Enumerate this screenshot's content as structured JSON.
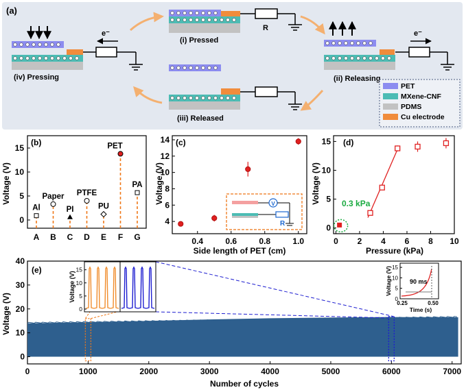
{
  "panel_a": {
    "label": "(a)",
    "stages": {
      "pressed": "(i) Pressed",
      "releasing": "(ii) Releasing",
      "released": "(iii) Released",
      "pressing": "(iv) Pressing"
    },
    "resistor_label": "R",
    "electron_label": "e⁻",
    "legend": [
      {
        "label": "PET",
        "color": "#8c8cf0"
      },
      {
        "label": "MXene-CNF",
        "color": "#4cbcb4"
      },
      {
        "label": "PDMS",
        "color": "#c2c2c2"
      },
      {
        "label": "Cu electrode",
        "color": "#f08c3c"
      }
    ]
  },
  "chart_data": [
    {
      "panel": "(b)",
      "type": "scatter",
      "categories": [
        "A",
        "B",
        "C",
        "D",
        "E",
        "F",
        "G"
      ],
      "point_labels": [
        "Al",
        "Paper",
        "PI",
        "PTFE",
        "PU",
        "PET",
        "PA"
      ],
      "values": [
        0.9,
        3.3,
        0.6,
        4.0,
        1.2,
        13.8,
        5.7
      ],
      "ylabel": "Voltage (V)",
      "yticks": [
        "0",
        "5",
        "10",
        "15"
      ],
      "ylim": [
        0,
        15
      ]
    },
    {
      "panel": "(c)",
      "type": "scatter",
      "x": [
        0.3,
        0.5,
        0.7,
        1.0
      ],
      "values": [
        3.7,
        4.4,
        10.4,
        13.8
      ],
      "errors": [
        0.2,
        0.4,
        0.9,
        0.4
      ],
      "xlabel": "Side length of PET (cm)",
      "ylabel": "Voltage (V)",
      "xticks": [
        "0.4",
        "0.6",
        "0.8",
        "1.0"
      ],
      "yticks": [
        "4",
        "6",
        "8",
        "10",
        "12",
        "14"
      ],
      "xlim": [
        0.25,
        1.05
      ],
      "ylim": [
        2.5,
        14.5
      ],
      "inset_labels": {
        "voltmeter": "V",
        "resistor": "R"
      }
    },
    {
      "panel": "(d)",
      "type": "scatter",
      "x": [
        0.3,
        2.9,
        3.9,
        5.2,
        6.9,
        9.3
      ],
      "values": [
        0.5,
        2.6,
        7.0,
        13.8,
        14.1,
        14.7
      ],
      "errors": [
        0.2,
        0.3,
        0.3,
        0.5,
        0.9,
        0.9
      ],
      "fit_line": {
        "x": [
          2.7,
          5.3
        ],
        "y": [
          1.8,
          14.1
        ]
      },
      "annotation": "0.3 kPa",
      "xlabel": "Pressure (kPa)",
      "ylabel": "Voltage (V)",
      "xticks": [
        "0",
        "2",
        "4",
        "6",
        "8",
        "10"
      ],
      "yticks": [
        "0",
        "5",
        "10",
        "15"
      ],
      "xlim": [
        -0.2,
        10
      ],
      "ylim": [
        -1,
        16
      ]
    },
    {
      "panel": "(e)",
      "type": "area",
      "x": [
        0,
        1000,
        2000,
        3000,
        4000,
        5000,
        6000,
        7100
      ],
      "values": [
        14.0,
        14.4,
        15.0,
        15.6,
        16.1,
        16.4,
        16.6,
        16.5
      ],
      "baseline": 0,
      "xlabel": "Number of cycles",
      "ylabel": "Voltage (V)",
      "xticks": [
        "0",
        "1000",
        "2000",
        "3000",
        "4000",
        "5000",
        "6000",
        "7000"
      ],
      "yticks": [
        "0",
        "10",
        "20",
        "30",
        "40"
      ],
      "xlim": [
        0,
        7150
      ],
      "ylim": [
        -3,
        40
      ],
      "zoom_boxes": [
        1000,
        6000
      ],
      "inset_zoom": {
        "ylabel": "Voltage (V)",
        "yticks": [
          "0",
          "5",
          "10",
          "15"
        ],
        "colors": [
          "#f08c2c",
          "#1c1cd0"
        ]
      },
      "inset_rise": {
        "ylabel": "Voltage (V)",
        "xlabel": "Time (s)",
        "yticks": [
          "0",
          "5",
          "10",
          "15"
        ],
        "xticks": [
          "0.25",
          "0.50"
        ],
        "annotation": "90 ms"
      }
    }
  ]
}
